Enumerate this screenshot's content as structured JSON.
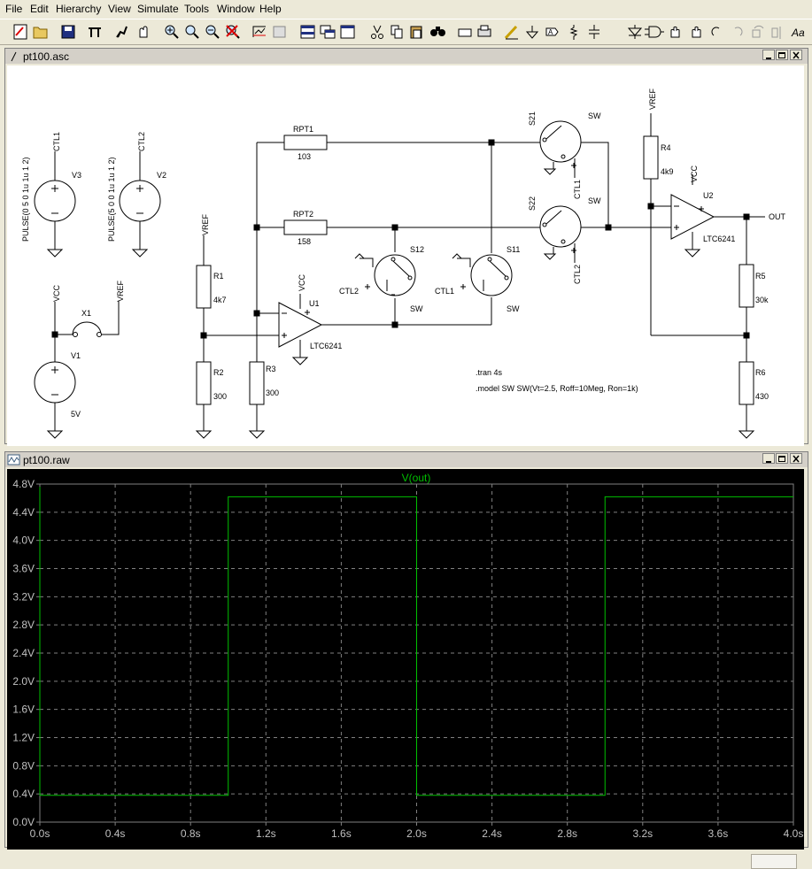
{
  "menu": [
    "File",
    "Edit",
    "Hierarchy",
    "View",
    "Simulate",
    "Tools",
    "Window",
    "Help"
  ],
  "toolbar_icons": [
    "new-schematic-icon",
    "open-icon",
    "save-icon",
    "control-panel-icon",
    "run-icon",
    "halt-icon",
    "zoom-in-icon",
    "zoom-pan-icon",
    "zoom-out-icon",
    "zoom-cancel-icon",
    "autorange-icon",
    "fft-icon",
    "tile-horizontal-icon",
    "cascade-icon",
    "tile-vertical-icon",
    "cut-icon",
    "copy-icon",
    "paste-icon",
    "find-icon",
    "print-setup-icon",
    "print-icon",
    "draw-wire-icon",
    "ground-icon",
    "label-net-icon",
    "resistor-icon",
    "capacitor-icon",
    "diode-icon",
    "component-icon",
    "move-icon",
    "drag-icon",
    "undo-icon",
    "redo-icon",
    "rotate-icon",
    "mirror-icon",
    "text-icon"
  ],
  "schematic_window": {
    "title": "pt100.asc",
    "labels": {
      "v3_pulse": "PULSE(0 5 0 1u 1u 1 2)",
      "v2_pulse": "PULSE(5 0 0 1u 1u 1 2)",
      "ctl1": "CTL1",
      "ctl2": "CTL2",
      "v3": "V3",
      "v2": "V2",
      "vcc": "VCC",
      "vref": "VREF",
      "x1": "X1",
      "v1": "V1",
      "v1_value": "5V",
      "r1": "R1",
      "r1_value": "4k7",
      "r2": "R2",
      "r2_value": "300",
      "r3": "R3",
      "r3_value": "300",
      "rpt1": "RPT1",
      "rpt1_value": "103",
      "rpt2": "RPT2",
      "rpt2_value": "158",
      "u1": "U1",
      "u1_part": "LTC6241",
      "u2": "U2",
      "u2_part": "LTC6241",
      "s11": "S11",
      "s12": "S12",
      "s21": "S21",
      "s22": "S22",
      "sw": "SW",
      "r4": "R4",
      "r4_value": "4k9",
      "r5": "R5",
      "r5_value": "30k",
      "r6": "R6",
      "r6_value": "430",
      "out": "OUT",
      "tran_directive": ".tran 4s",
      "model_directive": ".model SW SW(Vt=2.5, Roff=10Meg, Ron=1k)"
    }
  },
  "waveform_window": {
    "title": "pt100.raw"
  },
  "chart_data": {
    "type": "line",
    "title": "V(out)",
    "xlabel": "",
    "ylabel": "",
    "xlim": [
      0,
      4
    ],
    "ylim": [
      0,
      4.8
    ],
    "x_ticks": [
      "0.0s",
      "0.4s",
      "0.8s",
      "1.2s",
      "1.6s",
      "2.0s",
      "2.4s",
      "2.8s",
      "3.2s",
      "3.6s",
      "4.0s"
    ],
    "y_ticks": [
      "0.0V",
      "0.4V",
      "0.8V",
      "1.2V",
      "1.6V",
      "2.0V",
      "2.4V",
      "2.8V",
      "3.2V",
      "3.6V",
      "4.0V",
      "4.4V",
      "4.8V"
    ],
    "grid": true,
    "series": [
      {
        "name": "V(out)",
        "color": "#00c000",
        "x": [
          0,
          0,
          1.0,
          1.0,
          2.0,
          2.0,
          3.0,
          3.0,
          4.0
        ],
        "y": [
          4.76,
          0.38,
          0.38,
          4.62,
          4.62,
          0.38,
          0.38,
          4.62,
          4.62
        ]
      }
    ]
  }
}
